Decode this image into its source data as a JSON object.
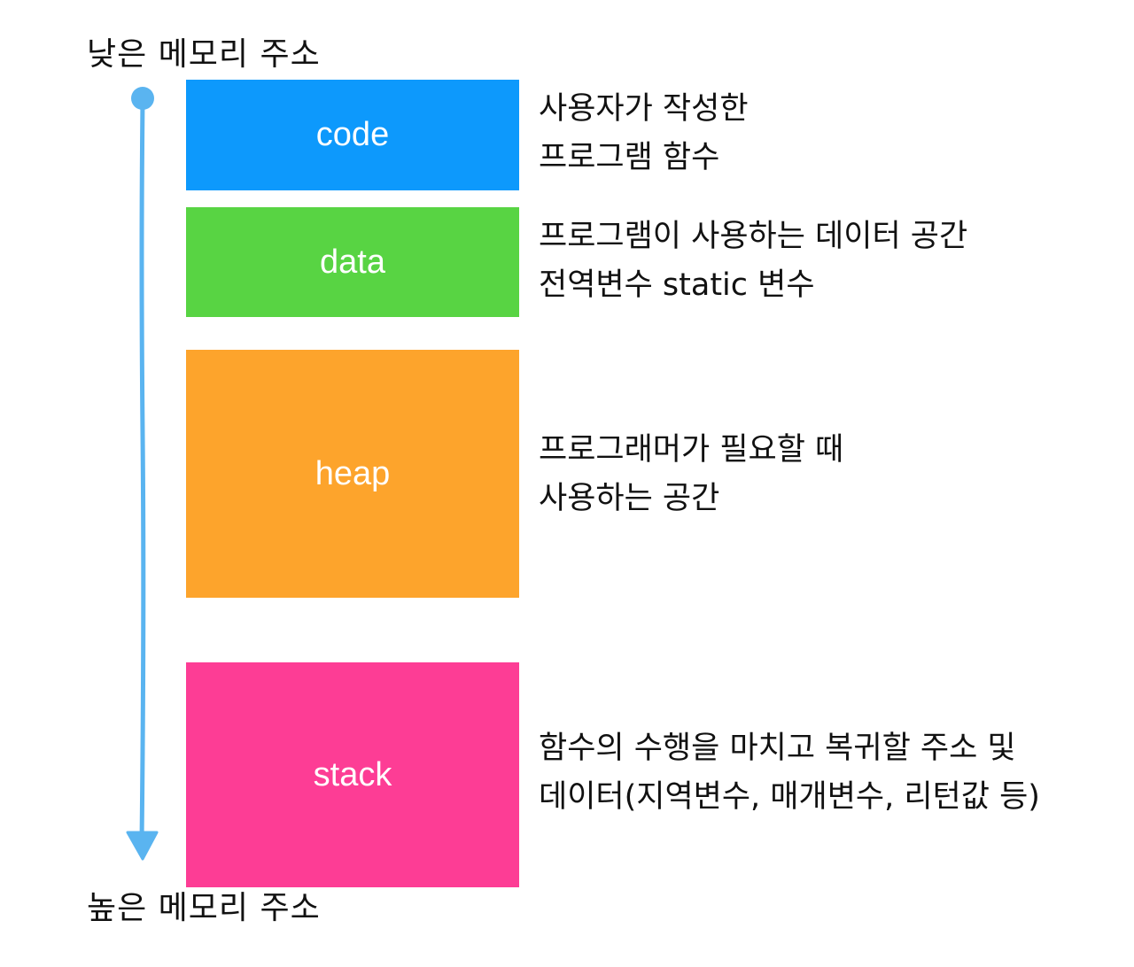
{
  "address": {
    "low": "낮은 메모리 주소",
    "high": "높은 메모리 주소"
  },
  "colors": {
    "arrow": "#5ab4f0",
    "code": "#0d99fc",
    "data": "#58d443",
    "heap": "#fda42c",
    "stack": "#fd3d95"
  },
  "segments": [
    {
      "label": "code",
      "desc": [
        "사용자가 작성한",
        "프로그램 함수"
      ]
    },
    {
      "label": "data",
      "desc": [
        "프로그램이 사용하는 데이터 공간",
        "전역변수 static 변수"
      ]
    },
    {
      "label": "heap",
      "desc": [
        "프로그래머가 필요할 때",
        "사용하는 공간"
      ]
    },
    {
      "label": "stack",
      "desc": [
        "함수의 수행을 마치고 복귀할 주소 및",
        "데이터(지역변수, 매개변수, 리턴값 등)"
      ]
    }
  ]
}
